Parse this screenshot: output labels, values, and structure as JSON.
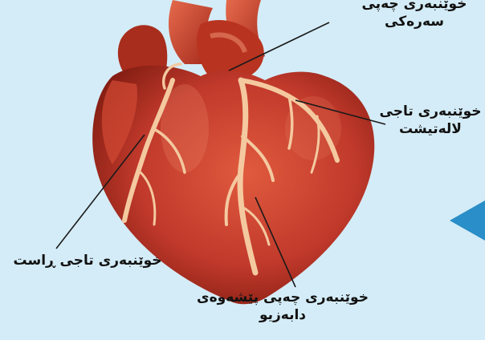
{
  "labels": {
    "aorta_top": [
      "خوێنبەری چەپی",
      "سەرەکی"
    ],
    "left_coronary": [
      "خوێنبەری تاجی",
      "لالەتیشت"
    ],
    "right_coronary": [
      "خوێنبەری تاجی ڕاست"
    ],
    "lad": [
      "خوێنبەری چەپی پێشەوەی",
      "دابەزیو"
    ]
  },
  "colors": {
    "background": "#d4ecf7",
    "heart": "#c0392b",
    "heart_dark": "#8e1f14",
    "vessel": "#f4c9a0",
    "leader_line": "#1a1a1a",
    "blue_shape": "#2a8ec8"
  }
}
